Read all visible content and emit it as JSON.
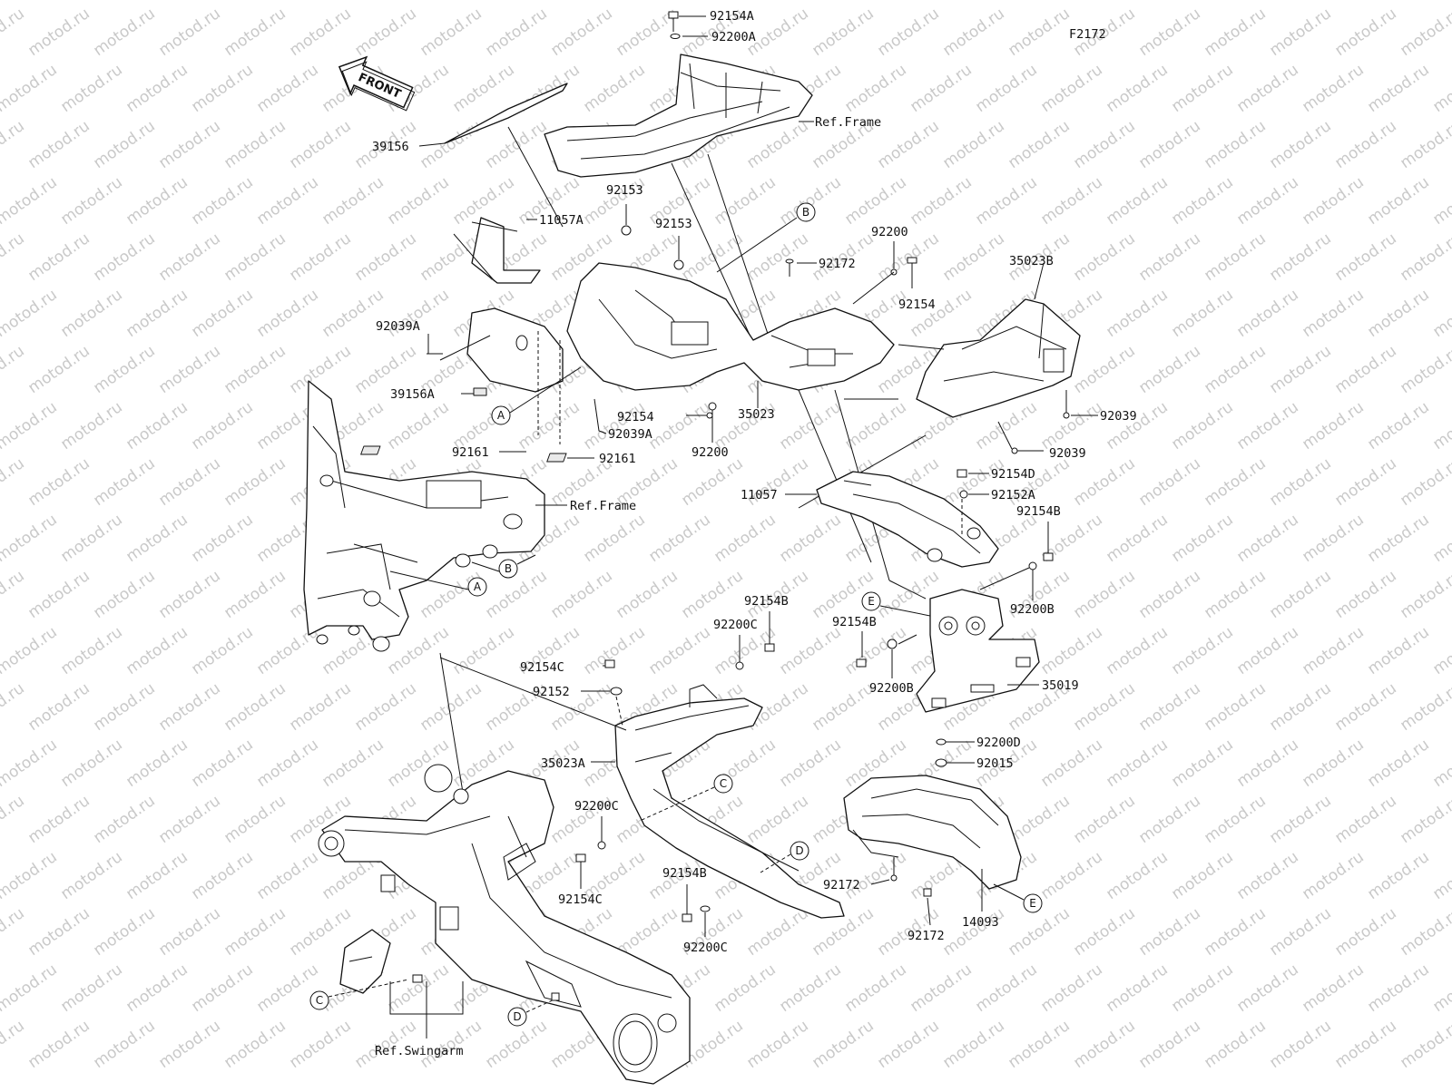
{
  "figure_id": "F2172",
  "front_label": "FRONT",
  "watermark": "motod.ru",
  "references": {
    "frame_top": "Ref.Frame",
    "frame_left": "Ref.Frame",
    "swingarm": "Ref.Swingarm"
  },
  "part_labels": {
    "p92154A": "92154A",
    "p92200A": "92200A",
    "p39156": "39156",
    "p92153_a": "92153",
    "p92153_b": "92153",
    "p11057A": "11057A",
    "p92172_top": "92172",
    "p92200_top": "92200",
    "p92154_top": "92154",
    "p35023B": "35023B",
    "p92039A_top": "92039A",
    "p39156A": "39156A",
    "p92154_mid": "92154",
    "p35023": "35023",
    "p92039A_mid": "92039A",
    "p92200_mid": "92200",
    "p92039_a": "92039",
    "p92039_b": "92039",
    "p92161_a": "92161",
    "p92161_b": "92161",
    "p11057": "11057",
    "p92154D": "92154D",
    "p92152A": "92152A",
    "p92154B_r": "92154B",
    "p92200B_r": "92200B",
    "p92154B_l": "92154B",
    "p92200B_l": "92200B",
    "p35019": "35019",
    "p92200D": "92200D",
    "p92015": "92015",
    "p92154B_c": "92154B",
    "p92200C_c": "92200C",
    "p92154C_t": "92154C",
    "p92152": "92152",
    "p35023A": "35023A",
    "p92200C_m": "92200C",
    "p92154C_b": "92154C",
    "p92154B_b": "92154B",
    "p92200C_b": "92200C",
    "p92172_b1": "92172",
    "p92172_b2": "92172",
    "p14093": "14093"
  },
  "callouts": {
    "A1": "A",
    "A2": "A",
    "B1": "B",
    "B2": "B",
    "C1": "C",
    "C2": "C",
    "D1": "D",
    "D2": "D",
    "E1": "E",
    "E2": "E"
  }
}
